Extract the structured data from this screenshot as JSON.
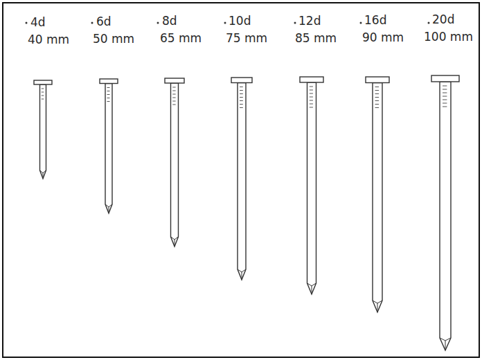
{
  "diagram": {
    "labels": [
      "4d",
      "40 mm",
      "6d",
      "50 mm",
      "8d",
      "65 mm",
      "10d",
      "75 mm",
      "12d",
      "85 mm",
      "16d",
      "90 mm",
      "20d",
      "100 mm"
    ]
  }
}
